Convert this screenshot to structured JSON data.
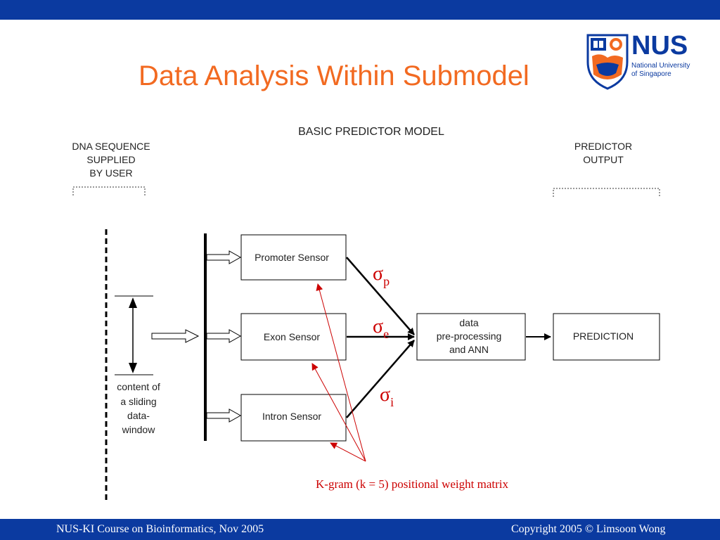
{
  "slide": {
    "title": "Data Analysis Within Submodel",
    "footer_left": "NUS-KI Course on  Bioinformatics, Nov 2005",
    "footer_right": "Copyright 2005 © Limsoon Wong"
  },
  "logo": {
    "word": "NUS",
    "line1": "National University",
    "line2": "of Singapore"
  },
  "diagram": {
    "heading": "BASIC PREDICTOR MODEL",
    "dna_label": [
      "DNA SEQUENCE",
      "SUPPLIED",
      "BY USER"
    ],
    "output_label": [
      "PREDICTOR",
      "OUTPUT"
    ],
    "window_label": [
      "content of",
      "a sliding",
      "data-",
      "window"
    ],
    "sensors": [
      "Promoter Sensor",
      "Exon Sensor",
      "Intron Sensor"
    ],
    "processor": [
      "data",
      "pre-processing",
      "and ANN"
    ],
    "prediction": "PREDICTION",
    "sigmas": [
      {
        "symbol": "σ",
        "sub": "p"
      },
      {
        "symbol": "σ",
        "sub": "e"
      },
      {
        "symbol": "σ",
        "sub": "i"
      }
    ],
    "annotation": "K-gram (k = 5) positional weight matrix"
  },
  "colors": {
    "bar": "#0b3aa0",
    "title": "#f26a21",
    "annotation": "#cc0000"
  }
}
